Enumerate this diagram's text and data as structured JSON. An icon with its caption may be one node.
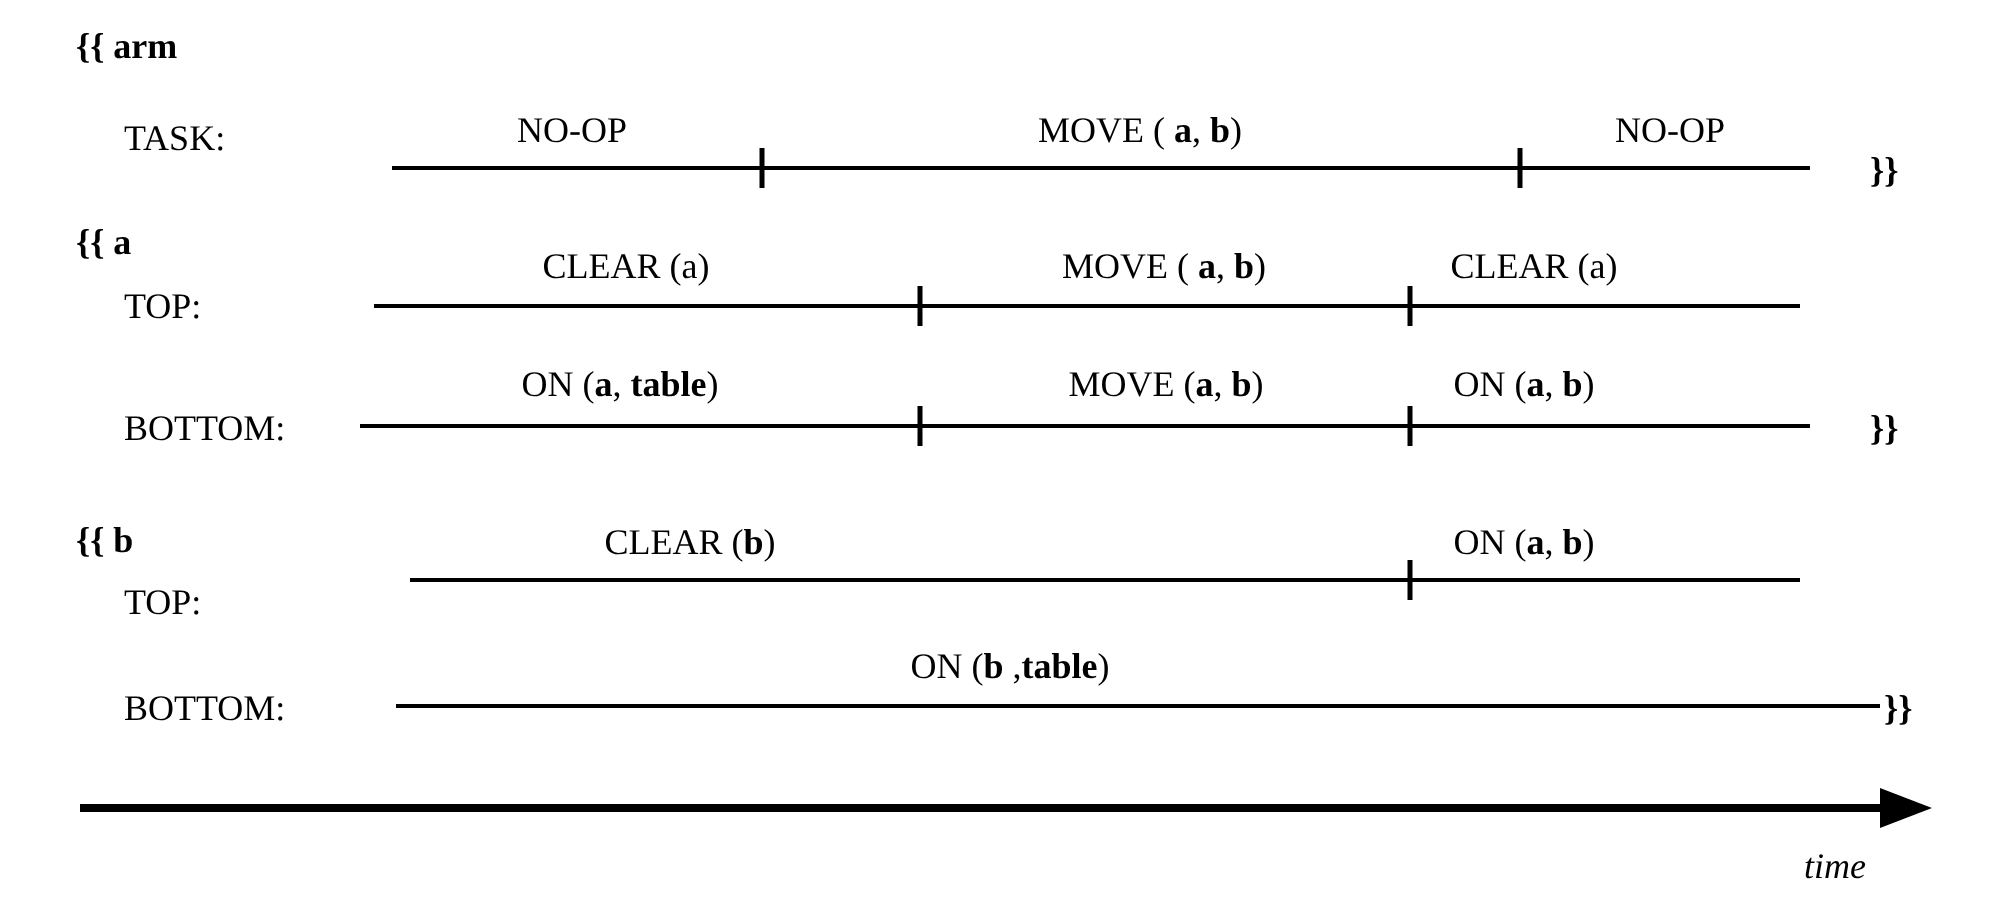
{
  "diagram": {
    "labels": [
      "{{ arm",
      "TASK:",
      "NO-OP",
      "MOVE ( **a**, **b**)",
      "NO-OP",
      "}}",
      "{{ a",
      "TOP:",
      "CLEAR (a)",
      "MOVE ( **a**, **b**)",
      "CLEAR (a)",
      "BOTTOM:",
      "ON (**a**, **table**)",
      "MOVE (**a**, **b**)",
      "ON (**a**, **b**)",
      "}}",
      "{{ b",
      "TOP:",
      "CLEAR (**b**)",
      "ON (**a**, **b**)",
      "BOTTOM:",
      "ON (**b** ,**table**)",
      "}}",
      "time"
    ]
  }
}
